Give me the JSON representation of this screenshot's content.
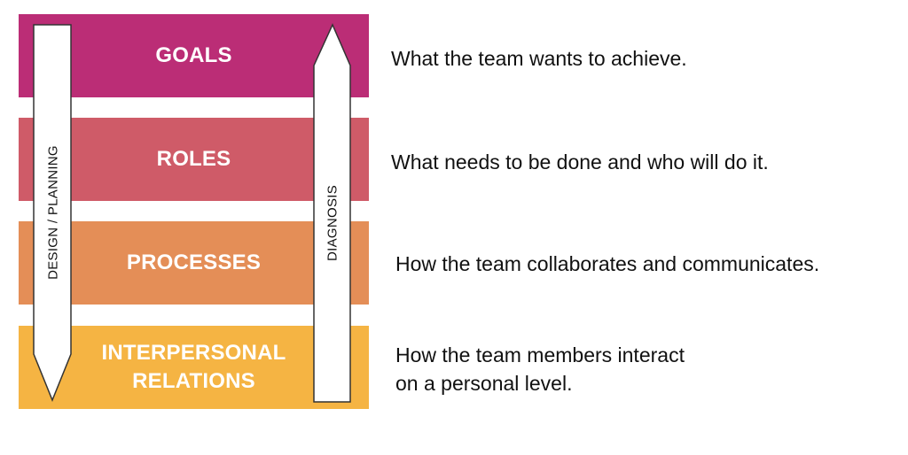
{
  "layers": [
    {
      "label": "GOALS",
      "color": "#bb2d76",
      "description": "What the team wants to achieve."
    },
    {
      "label": "ROLES",
      "color": "#cf5b68",
      "description": "What needs to be done and who will do it."
    },
    {
      "label": "PROCESSES",
      "color": "#e48e57",
      "description": "How the team collaborates and communicates."
    },
    {
      "label": "INTERPERSONAL\nRELATIONS",
      "label_line1": "INTERPERSONAL",
      "label_line2": "RELATIONS",
      "color": "#f5b443",
      "description_line1": "How the team members interact",
      "description_line2": "on a personal level."
    }
  ],
  "arrows": {
    "down": {
      "label": "DESIGN / PLANNING",
      "direction": "down"
    },
    "up": {
      "label": "DIAGNOSIS",
      "direction": "up"
    }
  }
}
